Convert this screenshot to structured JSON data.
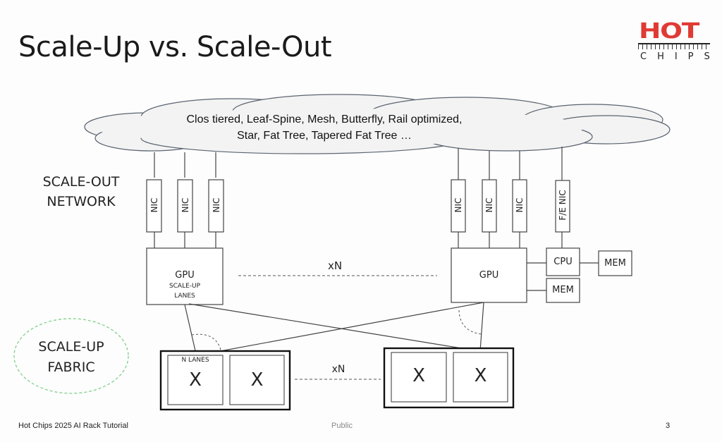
{
  "slide": {
    "title": "Scale-Up vs. Scale-Out",
    "logo": {
      "top": "HOT",
      "bottom": "CHIPS",
      "brand_color": "#e03a34"
    }
  },
  "cloud": {
    "line1": "Clos tiered, Leaf-Spine, Mesh, Butterfly, Rail optimized,",
    "line2": "Star, Fat Tree, Tapered Fat Tree …"
  },
  "labels": {
    "scale_out_line1": "SCALE-OUT",
    "scale_out_line2": "NETWORK",
    "scale_up_line1": "SCALE-UP",
    "scale_up_line2": "FABRIC",
    "fabric_ring_color": "#7fd08a"
  },
  "left_node": {
    "nics": [
      "NIC",
      "NIC",
      "NIC"
    ],
    "gpu": "GPU",
    "gpu_sub1": "SCALE-UP",
    "gpu_sub2": "LANES"
  },
  "right_node": {
    "nics": [
      "NIC",
      "NIC",
      "NIC"
    ],
    "fe_nic": "F/E NIC",
    "gpu": "GPU",
    "cpu": "CPU",
    "cpu_mem": "MEM",
    "gpu_mem": "MEM"
  },
  "gpu_repeat": "xN",
  "switch_repeat": "xN",
  "switches": {
    "lanes_label": "N LANES",
    "left": [
      "X",
      "X"
    ],
    "right": [
      "X",
      "X"
    ]
  },
  "footer": {
    "left": "Hot Chips 2025 AI Rack Tutorial",
    "center": "Public",
    "page": "3"
  }
}
